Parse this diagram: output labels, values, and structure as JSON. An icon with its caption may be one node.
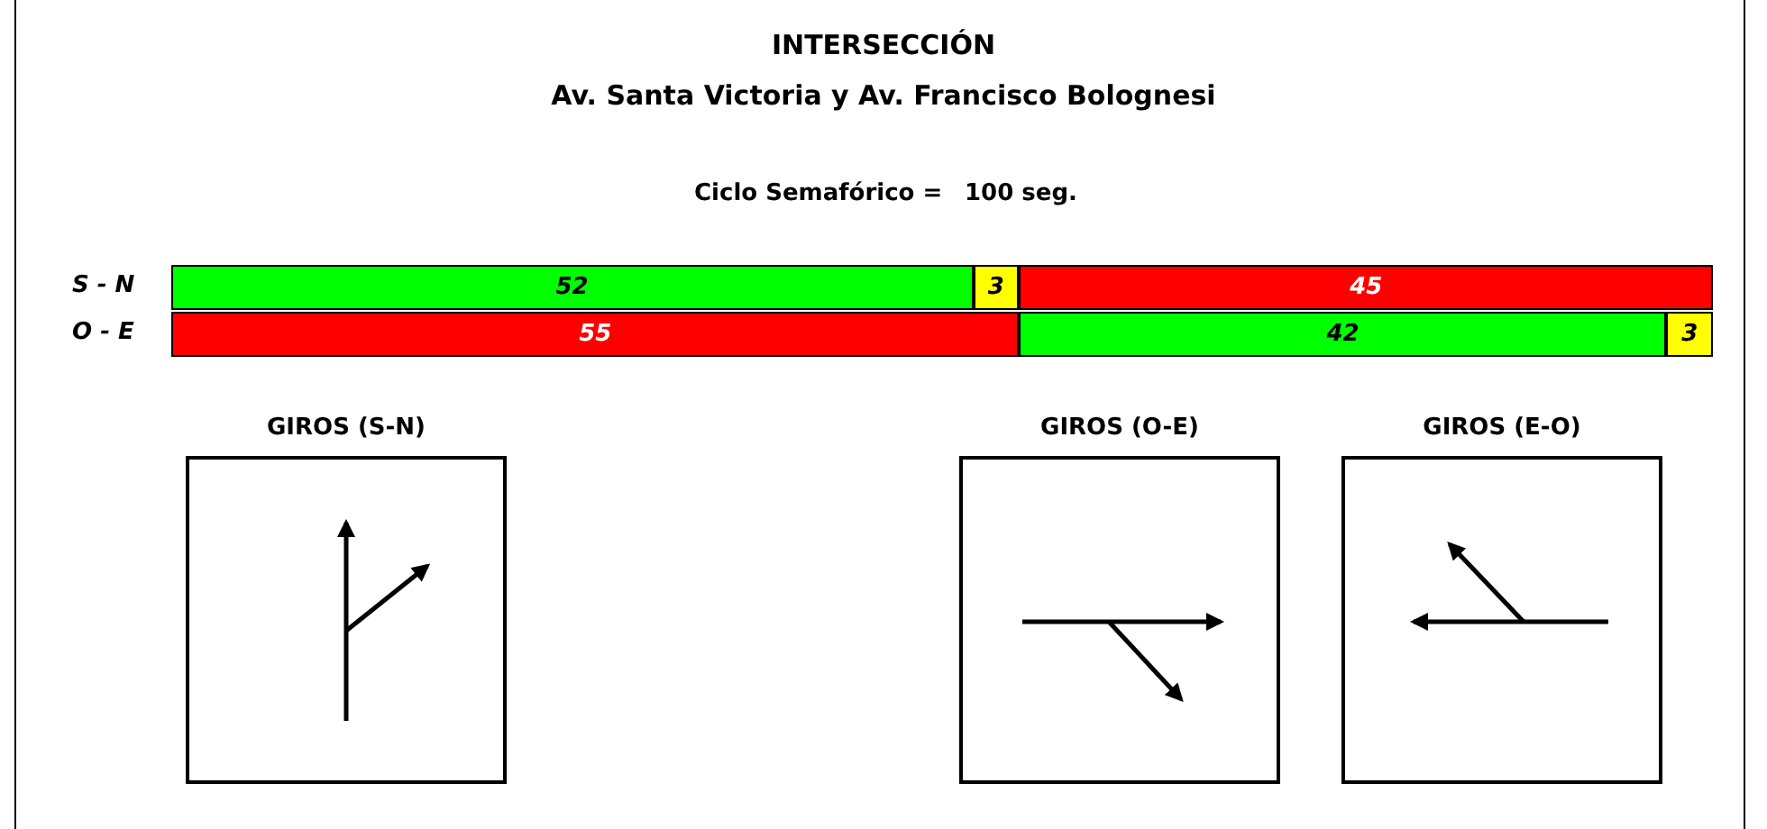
{
  "diagram": {
    "title": "INTERSECCIÓN",
    "nodes": [
      {
        "text": [
          "52"
        ]
      },
      {
        "text": [
          "3"
        ]
      },
      {
        "text": [
          "45"
        ]
      },
      {
        "text": [
          "55"
        ]
      },
      {
        "text": [
          "42"
        ]
      },
      {
        "text": [
          "3"
        ]
      },
      {
        "text": [
          "GIROS (S-N)"
        ]
      },
      {
        "text": [
          "GIROS (O-E)"
        ]
      },
      {
        "text": [
          "GIROS (E-O)"
        ]
      }
    ],
    "edges": [],
    "labels": [
      "Av. Santa Victoria y Av. Francisco Bolognesi",
      "Ciclo Semafórico =",
      "100 seg.",
      "S - N",
      "O - E"
    ]
  }
}
